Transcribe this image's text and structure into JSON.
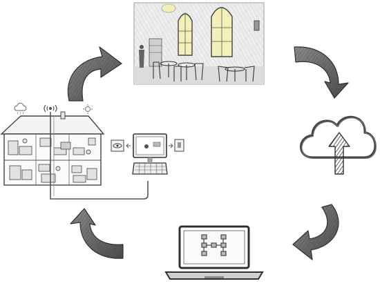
{
  "diagram": {
    "nodes": [
      {
        "id": "cafe",
        "icon": "cafe-interior-sketch"
      },
      {
        "id": "cloud",
        "icon": "cloud-upload-icon"
      },
      {
        "id": "laptop",
        "icon": "laptop-flowchart-icon"
      },
      {
        "id": "house",
        "icon": "smart-house-icon"
      }
    ],
    "flow": [
      "cafe",
      "cloud",
      "laptop",
      "house",
      "cafe"
    ],
    "style": {
      "stroke": "#555555",
      "arrow_fill": "#6b6b6b",
      "window_glow": "#f3efb8",
      "background": "#ffffff"
    }
  }
}
